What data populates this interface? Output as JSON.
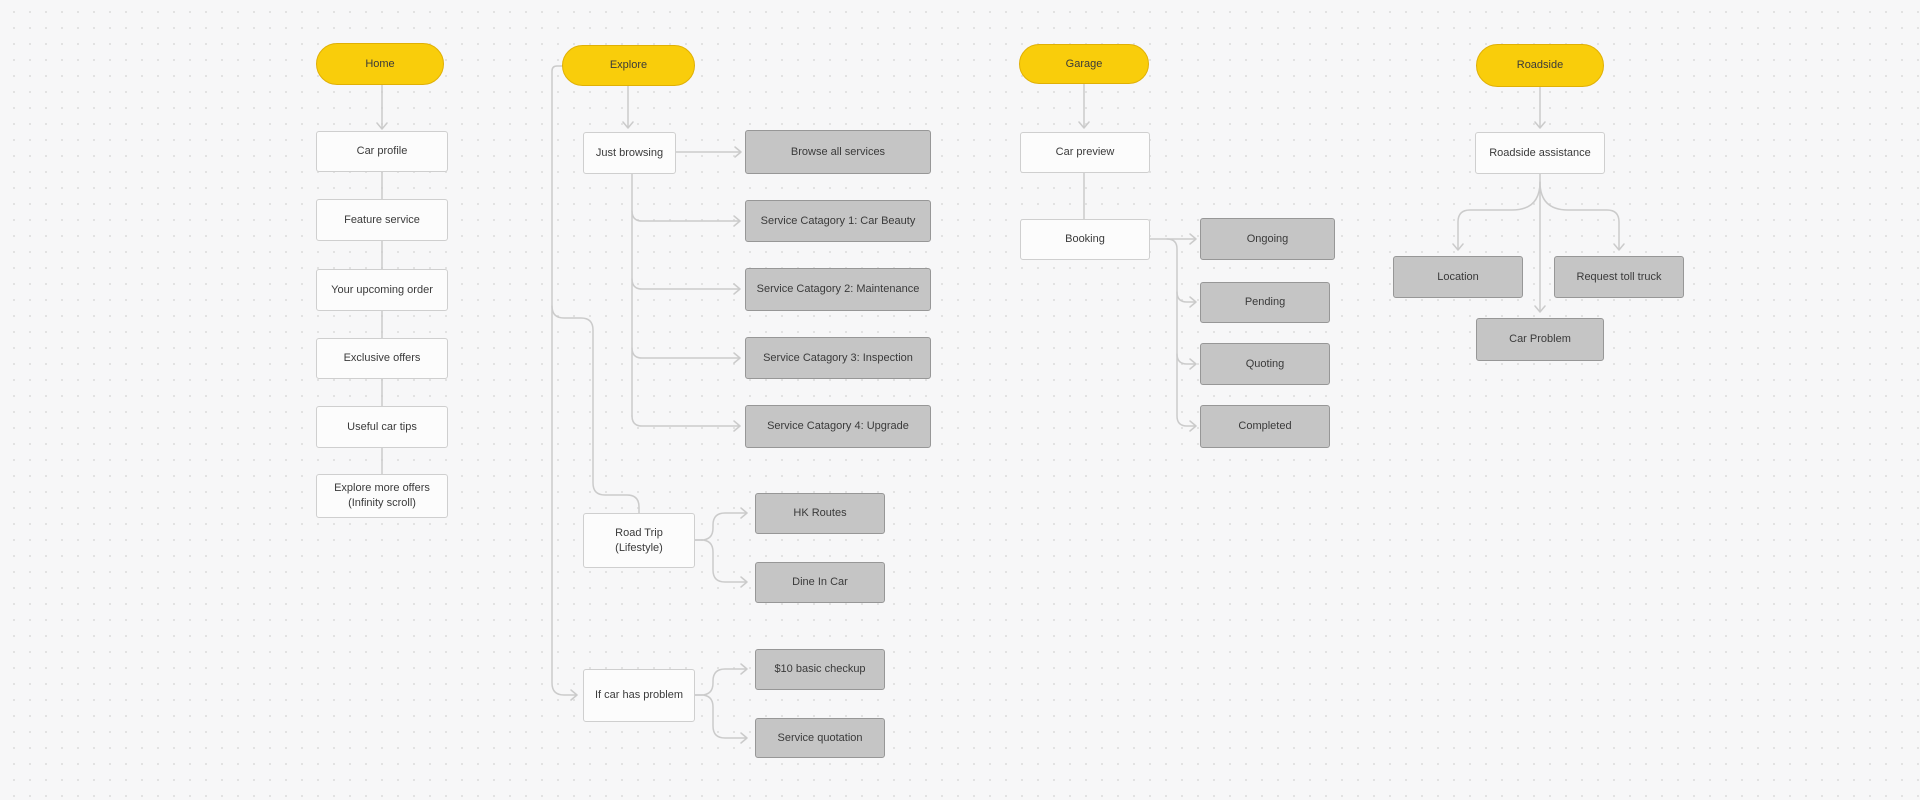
{
  "canvas": {
    "colors": {
      "bg": "#f7f7f8",
      "dot": "#e2e2e2",
      "connector": "#cbcbcb",
      "text": "#3a3a3a",
      "pill_fill": "#f9cd0b",
      "pill_border": "#e0b005",
      "light_fill": "#fcfcfc",
      "light_border": "#cfcfcf",
      "gray_fill": "#c5c5c5",
      "gray_border": "#979797"
    }
  },
  "columns": {
    "home": {
      "title": "Home",
      "items": [
        "Car profile",
        "Feature service",
        "Your upcoming order",
        "Exclusive offers",
        "Useful car tips",
        "Explore more offers (Infinity scroll)"
      ]
    },
    "explore": {
      "title": "Explore",
      "just_browsing": "Just browsing",
      "browse_all": "Browse all services",
      "categories": [
        "Service Catagory 1: Car Beauty",
        "Service Catagory 2: Maintenance",
        "Service Catagory 3: Inspection",
        "Service Catagory 4: Upgrade"
      ],
      "road_trip": "Road Trip (Lifestyle)",
      "road_trip_children": [
        "HK Routes",
        "Dine In Car"
      ],
      "if_car_problem": "If car has problem",
      "problem_children": [
        "$10 basic checkup",
        "Service quotation"
      ]
    },
    "garage": {
      "title": "Garage",
      "car_preview": "Car preview",
      "booking": "Booking",
      "statuses": [
        "Ongoing",
        "Pending",
        "Quoting",
        "Completed"
      ]
    },
    "roadside": {
      "title": "Roadside",
      "assistance": "Roadside assistance",
      "children": [
        "Location",
        "Request toll truck",
        "Car Problem"
      ]
    }
  }
}
